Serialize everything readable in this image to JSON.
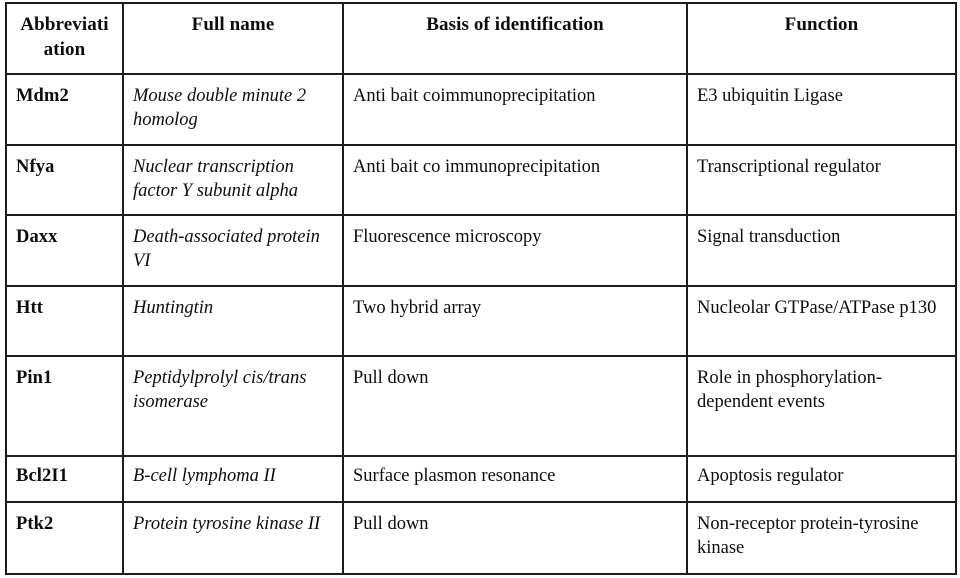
{
  "document": {
    "kind": "table",
    "background_color": "#ffffff",
    "border_color": "#1d1d1d",
    "text_color": "#0d0d0d"
  },
  "table": {
    "name": "protein-interaction-table",
    "columns": [
      {
        "key": "abbreviation",
        "header": "Abbreviati ation"
      },
      {
        "key": "full_name",
        "header": "Full name"
      },
      {
        "key": "basis",
        "header": "Basis of identification"
      },
      {
        "key": "function",
        "header": "Function"
      }
    ],
    "header_labels": {
      "abbreviation_line1": "Abbreviati",
      "abbreviation_line2": "ation",
      "full_name": "Full name",
      "basis": "Basis of identification",
      "function": "Function"
    },
    "rows": [
      {
        "abbreviation": "Mdm2",
        "full_name": "Mouse double minute 2 homolog",
        "basis": "Anti bait coimmunoprecipitation",
        "function": "E3 ubiquitin Ligase"
      },
      {
        "abbreviation": "Nfya",
        "full_name": "Nuclear transcription factor Y subunit alpha",
        "basis": "Anti bait co immunoprecipitation",
        "function": "Transcriptional regulator"
      },
      {
        "abbreviation": "Daxx",
        "full_name": "Death-associated protein VI",
        "basis": "Fluorescence microscopy",
        "function": "Signal transduction"
      },
      {
        "abbreviation": "Htt",
        "full_name": "Huntingtin",
        "basis": "Two hybrid array",
        "function": "Nucleolar GTPase/ATPase p130"
      },
      {
        "abbreviation": "Pin1",
        "full_name": "Peptidylprolyl cis/trans isomerase",
        "basis": "Pull down",
        "function": "Role in phosphorylation-dependent events"
      },
      {
        "abbreviation": "Bcl2I1",
        "full_name": "B-cell lymphoma II",
        "basis": "Surface plasmon resonance",
        "function": "Apoptosis regulator"
      },
      {
        "abbreviation": "Ptk2",
        "full_name": "Protein tyrosine kinase II",
        "basis": "Pull down",
        "function": "Non-receptor protein-tyrosine kinase"
      }
    ]
  }
}
